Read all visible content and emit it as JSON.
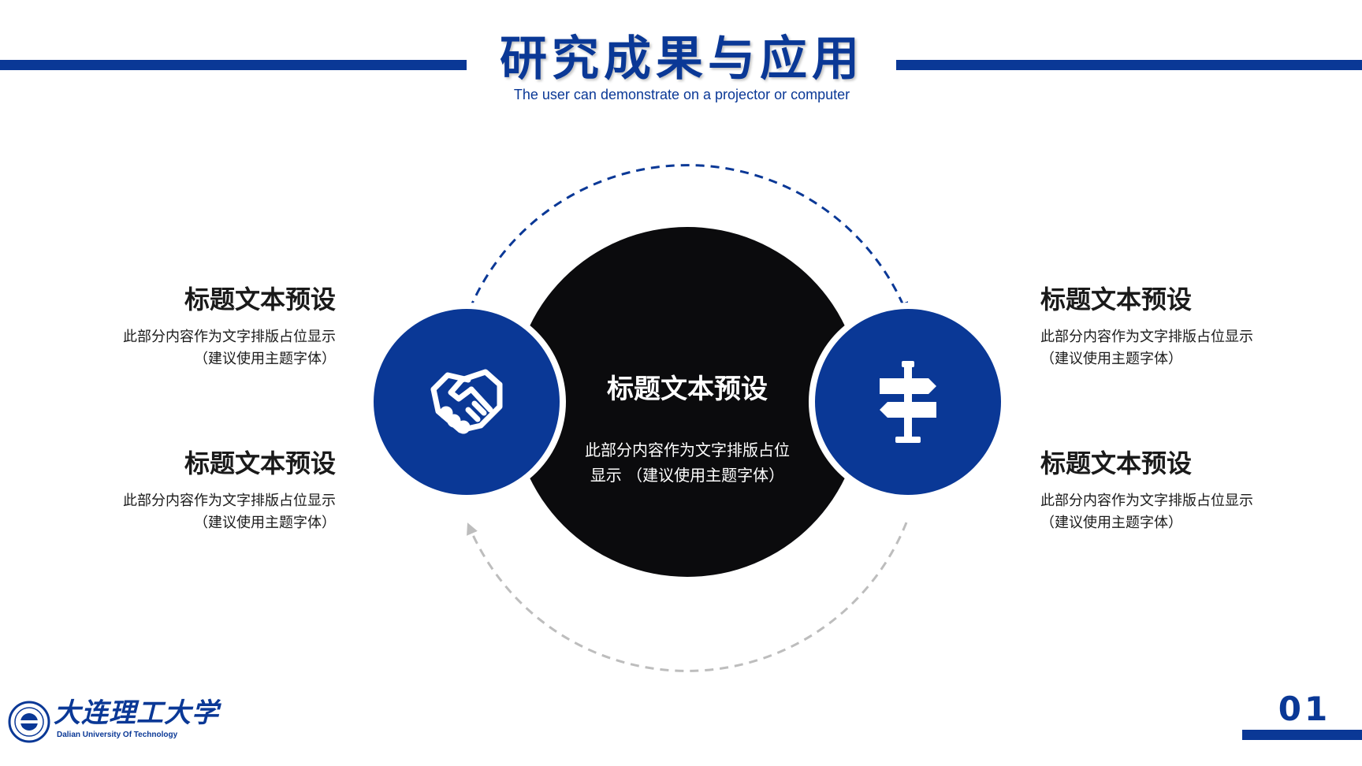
{
  "header": {
    "title": "研究成果与应用",
    "subtitle": "The user can demonstrate on a projector or computer"
  },
  "center": {
    "title": "标题文本预设",
    "desc_line1": "此部分内容作为文字排版占位",
    "desc_line2": "显示 （建议使用主题字体）"
  },
  "left_items": [
    {
      "title": "标题文本预设",
      "desc_line1": "此部分内容作为文字排版占位显示",
      "desc_line2": "（建议使用主题字体）"
    },
    {
      "title": "标题文本预设",
      "desc_line1": "此部分内容作为文字排版占位显示",
      "desc_line2": "（建议使用主题字体）"
    }
  ],
  "right_items": [
    {
      "title": "标题文本预设",
      "desc_line1": "此部分内容作为文字排版占位显示",
      "desc_line2": "（建议使用主题字体）"
    },
    {
      "title": "标题文本预设",
      "desc_line1": "此部分内容作为文字排版占位显示",
      "desc_line2": "（建议使用主题字体）"
    }
  ],
  "icons": {
    "left_circle": "handshake-icon",
    "right_circle": "signpost-icon",
    "logo": "university-seal-icon"
  },
  "footer": {
    "logo_cn": "大连理工大学",
    "logo_en": "Dalian University Of Technology",
    "page_number": "01"
  },
  "colors": {
    "brand_blue": "#0a3896",
    "center_circle": "#0b0b0d",
    "arc_top": "#0a3896",
    "arc_bottom": "#bdbdbd",
    "text_dark": "#1a1a1a"
  }
}
